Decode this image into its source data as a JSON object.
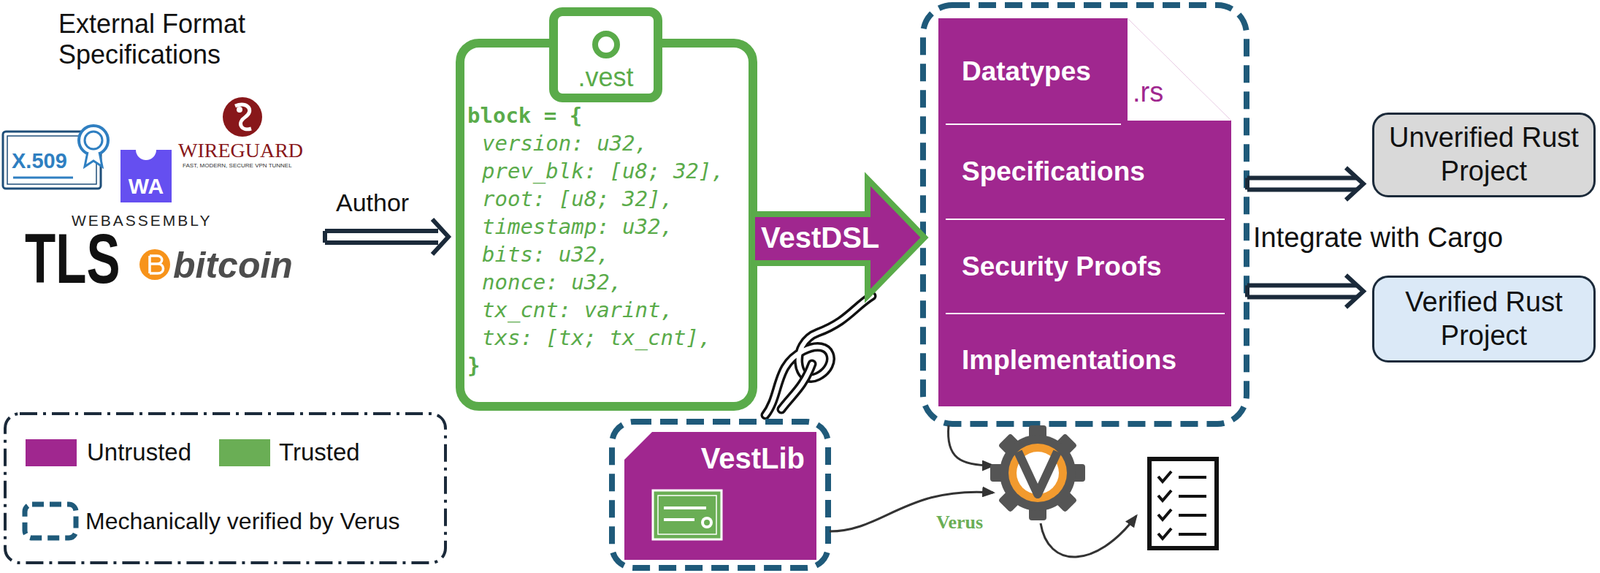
{
  "diagram": {
    "nodes": [
      {
        "text": [
          ".vest",
          "block = {",
          "version: u32,",
          "prev_blk: [u8; 32],",
          "root: [u8; 32],",
          "timestamp: u32,",
          "bits: u32,",
          "nonce: u32,",
          "tx_cnt: varint,",
          "txs: [tx; tx_cnt],",
          "}"
        ]
      },
      {
        "text": [
          "VestDSL"
        ]
      },
      {
        "text": [
          ".rs"
        ]
      },
      {
        "text": [
          "Datatypes"
        ],
        "in": 2
      },
      {
        "text": [
          "Specifications"
        ],
        "in": 2
      },
      {
        "text": [
          "Security Proofs"
        ],
        "in": 2
      },
      {
        "text": [
          "Implementations"
        ],
        "in": 2
      },
      {
        "text": [
          "VestLib"
        ]
      },
      {
        "text": [
          "Verus"
        ]
      },
      {
        "text": [
          "Unverified Rust Project"
        ]
      },
      {
        "text": [
          "Verified Rust Project"
        ]
      }
    ],
    "edges": [
      {
        "from": 2,
        "to": 9,
        "arrow": "to"
      },
      {
        "from": 2,
        "to": 10,
        "arrow": "to"
      },
      {
        "from": 2,
        "to": 8,
        "arrow": "to"
      },
      {
        "from": 7,
        "to": 8,
        "arrow": "to"
      }
    ],
    "labels": [
      "External Format Specifications",
      "X.509",
      "WA",
      "WIREGUARD",
      "FAST, MODERN, SECURE VPN TUNNEL",
      "WEBASSEMBLY",
      "TLS",
      "bitcoin",
      "Author",
      "Integrate with Cargo"
    ],
    "legend": [
      {
        "text": "Untrusted",
        "color": "#a0278f"
      },
      {
        "text": "Trusted",
        "color": "#6aae55"
      },
      {
        "text": "Mechanically verified by Verus"
      }
    ]
  }
}
